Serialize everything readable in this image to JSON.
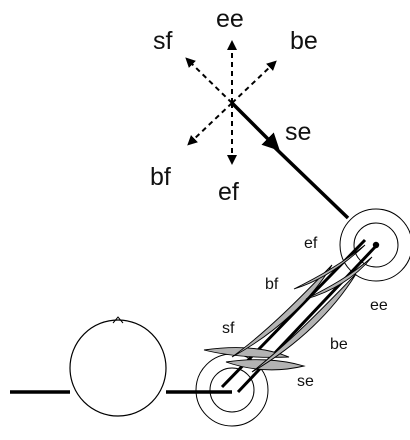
{
  "colors": {
    "line": "#000000",
    "muscle_fill": "#b3b3b3",
    "background": "#ffffff"
  },
  "direction_labels": {
    "ee": "ee",
    "sf": "sf",
    "be": "be",
    "se": "se",
    "bf": "bf",
    "ef": "ef"
  },
  "muscle_labels": {
    "ef": "ef",
    "bf": "bf",
    "ee": "ee",
    "sf": "sf",
    "be": "be",
    "se": "se"
  }
}
